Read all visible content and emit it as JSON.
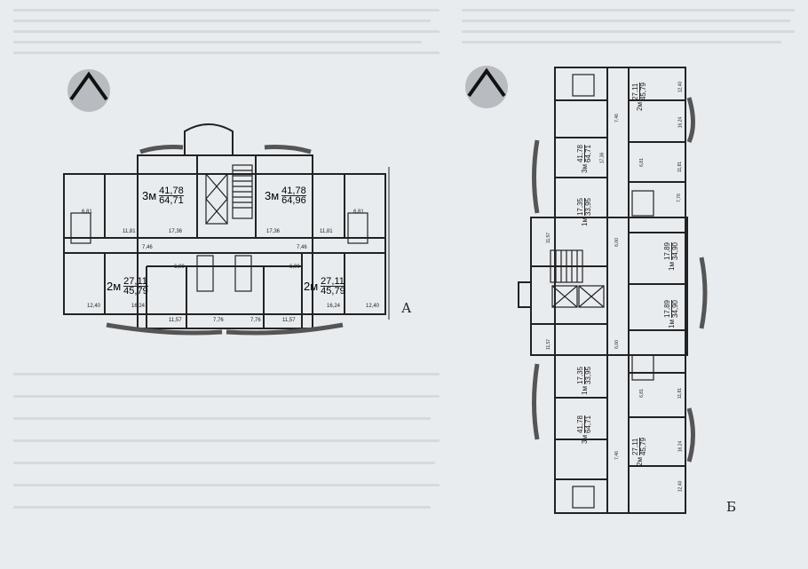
{
  "plan_a": {
    "label": "А",
    "apartments": [
      {
        "rooms": "3м",
        "living": "41,78",
        "total": "64,71"
      },
      {
        "rooms": "3м",
        "living": "41,78",
        "total": "64,96"
      },
      {
        "rooms": "2м",
        "living": "27,11",
        "total": "45,79"
      },
      {
        "rooms": "2м",
        "living": "27,11",
        "total": "45,79"
      }
    ],
    "room_areas": [
      "17,36",
      "17,36",
      "11,81",
      "11,81",
      "6,81",
      "6,81",
      "7,46",
      "7,46",
      "6,00",
      "6,00",
      "16,24",
      "16,24",
      "12,40",
      "12,40",
      "11,57",
      "11,57",
      "7,76",
      "7,76"
    ]
  },
  "plan_b": {
    "label": "Б",
    "apartments": [
      {
        "rooms": "2м",
        "living": "27,11",
        "total": "45,79"
      },
      {
        "rooms": "3м",
        "living": "41,78",
        "total": "64,71"
      },
      {
        "rooms": "1м",
        "living": "17,35",
        "total": "33,95"
      },
      {
        "rooms": "1м",
        "living": "17,89",
        "total": "34,90"
      },
      {
        "rooms": "1м",
        "living": "17,89",
        "total": "34,90"
      },
      {
        "rooms": "1м",
        "living": "17,35",
        "total": "33,95"
      },
      {
        "rooms": "3м",
        "living": "41,78",
        "total": "64,71"
      },
      {
        "rooms": "2м",
        "living": "27,11",
        "total": "45,79"
      }
    ],
    "room_areas": [
      "12,40",
      "16,24",
      "7,46",
      "6,81",
      "11,81",
      "7,76",
      "6,00",
      "11,57",
      "17,36",
      "6,81",
      "11,81",
      "7,46",
      "16,24",
      "12,40",
      "6,00",
      "11,57"
    ]
  },
  "colors": {
    "paper": "#e9ecef",
    "wall": "#222222",
    "balcony": "#9aa1a8",
    "compass": "#b8bcc0"
  },
  "icons": [
    "compass-north-icon",
    "compass-north-icon"
  ]
}
